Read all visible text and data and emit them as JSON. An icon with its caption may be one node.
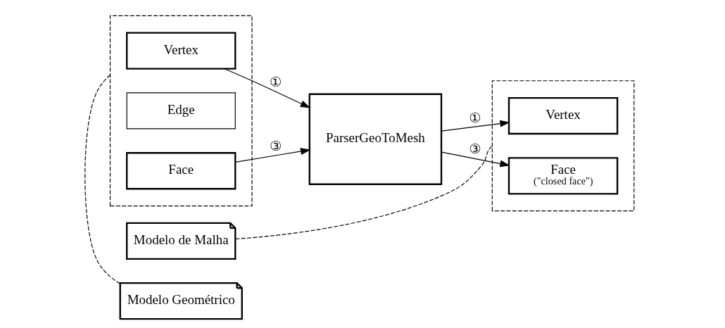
{
  "diagram": {
    "nodes": [
      {
        "text": [
          "Modelo Geométrico"
        ]
      },
      {
        "text": [],
        "shape": "box"
      },
      {
        "text": [
          "Vertex"
        ],
        "in": 1
      },
      {
        "text": [
          "Edge"
        ],
        "in": 1
      },
      {
        "text": [
          "Face"
        ],
        "in": 1
      },
      {
        "text": [
          "ParserGeoToMesh"
        ]
      },
      {
        "text": [
          "Modelo de Malha"
        ]
      },
      {
        "text": [],
        "shape": "box"
      },
      {
        "text": [
          "Vertex"
        ],
        "in": 7
      },
      {
        "text": [
          "Face",
          "(\"closed face\")"
        ],
        "in": 7
      }
    ],
    "edges": [
      {
        "from": 0,
        "to": 1,
        "arrow": "none",
        "style": "dashed"
      },
      {
        "from": 2,
        "to": 5,
        "arrow": "to",
        "label": "①"
      },
      {
        "from": 4,
        "to": 5,
        "arrow": "to",
        "label": "③"
      },
      {
        "from": 5,
        "to": 8,
        "arrow": "to",
        "label": "①"
      },
      {
        "from": 5,
        "to": 9,
        "arrow": "to",
        "label": "③"
      },
      {
        "from": 6,
        "to": 7,
        "arrow": "none",
        "style": "dashed"
      }
    ]
  }
}
